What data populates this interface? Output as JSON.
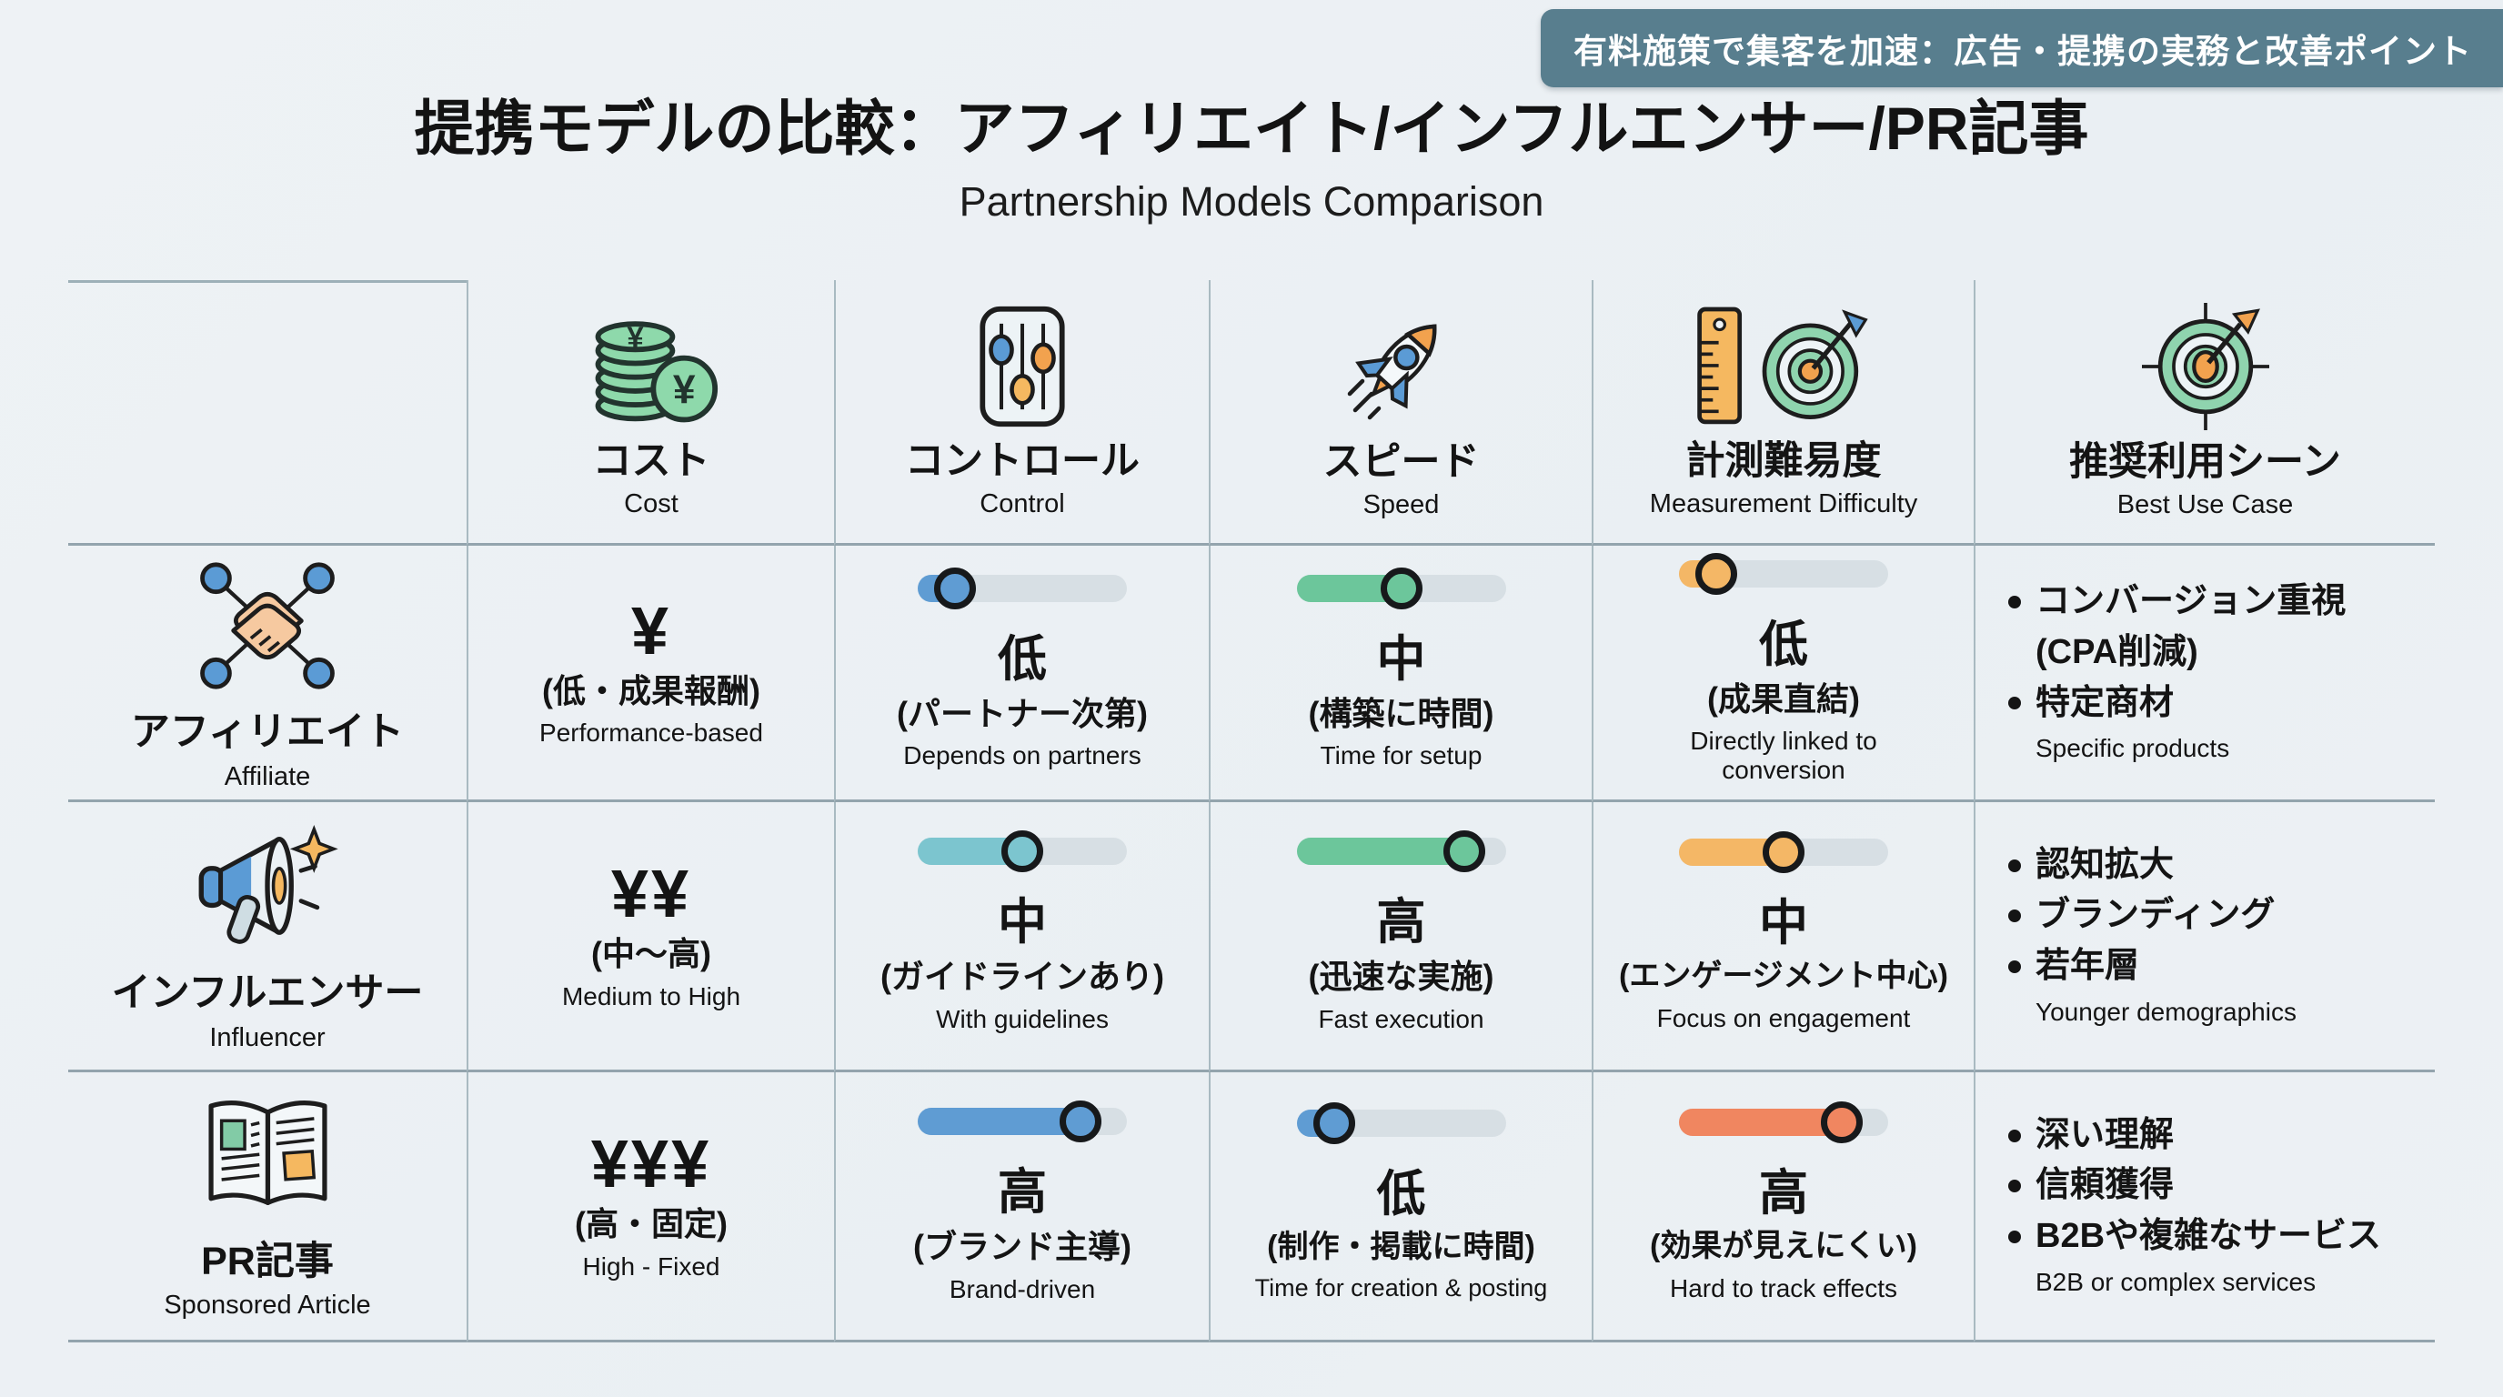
{
  "badge": {
    "text": "有料施策で集客を加速：広告・提携の実務と改善ポイント"
  },
  "title": {
    "jp": "提携モデルの比較：アフィリエイト/インフルエンサー/PR記事",
    "en": "Partnership Models Comparison"
  },
  "colors": {
    "blue": "#5f9cd3",
    "teal": "#7cc5cf",
    "green": "#6cc69b",
    "orange": "#f4b766",
    "red_orange": "#f08660",
    "track": "#d7dfe4",
    "badge_bg": "#587e8e",
    "coin_green": "#8ed9ab"
  },
  "columns": [
    {
      "jp": "コスト",
      "en": "Cost",
      "icon": "coins-icon"
    },
    {
      "jp": "コントロール",
      "en": "Control",
      "icon": "sliders-icon"
    },
    {
      "jp": "スピード",
      "en": "Speed",
      "icon": "rocket-icon"
    },
    {
      "jp": "計測難易度",
      "en": "Measurement Difficulty",
      "icon": "ruler-target-icon"
    },
    {
      "jp": "推奨利用シーン",
      "en": "Best Use Case",
      "icon": "target-arrow-icon"
    }
  ],
  "rows": [
    {
      "label_jp": "アフィリエイト",
      "label_en": "Affiliate",
      "icon": "handshake-network-icon",
      "cost": {
        "symbol": "¥",
        "jp": "(低・成果報酬)",
        "en": "Performance-based"
      },
      "control": {
        "level": "低",
        "jp": "(パートナー次第)",
        "en": "Depends on partners",
        "slider": {
          "value": 0.1,
          "color": "#5f9cd3"
        }
      },
      "speed": {
        "level": "中",
        "jp": "(構築に時間)",
        "en": "Time for setup",
        "slider": {
          "value": 0.5,
          "color": "#6cc69b"
        }
      },
      "measurement": {
        "level": "低",
        "jp": "(成果直結)",
        "en": "Directly linked to conversion",
        "slider": {
          "value": 0.1,
          "color": "#f4b766"
        }
      },
      "best_use": {
        "items": [
          {
            "jp": "コンバージョン重視",
            "jp2": "(CPA削減)"
          },
          {
            "jp": "特定商材",
            "en": "Specific products"
          }
        ]
      }
    },
    {
      "label_jp": "インフルエンサー",
      "label_en": "Influencer",
      "icon": "megaphone-icon",
      "cost": {
        "symbol": "¥¥",
        "jp": "(中〜高)",
        "en": "Medium to High"
      },
      "control": {
        "level": "中",
        "jp": "(ガイドラインあり)",
        "en": "With guidelines",
        "slider": {
          "value": 0.5,
          "color": "#7cc5cf"
        }
      },
      "speed": {
        "level": "高",
        "jp": "(迅速な実施)",
        "en": "Fast execution",
        "slider": {
          "value": 0.88,
          "color": "#6cc69b"
        }
      },
      "measurement": {
        "level": "中",
        "jp": "(エンゲージメント中心)",
        "en": "Focus on engagement",
        "slider": {
          "value": 0.5,
          "color": "#f4b766"
        }
      },
      "best_use": {
        "items": [
          {
            "jp": "認知拡大"
          },
          {
            "jp": "ブランディング"
          },
          {
            "jp": "若年層",
            "en": "Younger demographics"
          }
        ]
      }
    },
    {
      "label_jp": "PR記事",
      "label_en": "Sponsored Article",
      "icon": "open-book-icon",
      "cost": {
        "symbol": "¥¥¥",
        "jp": "(高・固定)",
        "en": "High - Fixed"
      },
      "control": {
        "level": "高",
        "jp": "(ブランド主導)",
        "en": "Brand-driven",
        "slider": {
          "value": 0.85,
          "color": "#5f9cd3"
        }
      },
      "speed": {
        "level": "低",
        "jp": "(制作・掲載に時間)",
        "en": "Time for creation & posting",
        "slider": {
          "value": 0.1,
          "color": "#5f9cd3"
        }
      },
      "measurement": {
        "level": "高",
        "jp": "(効果が見えにくい)",
        "en": "Hard to track effects",
        "slider": {
          "value": 0.85,
          "color": "#f08660"
        }
      },
      "best_use": {
        "items": [
          {
            "jp": "深い理解"
          },
          {
            "jp": "信頼獲得"
          },
          {
            "jp": "B2Bや複雑なサービス",
            "en": "B2B or complex services"
          }
        ]
      }
    }
  ]
}
